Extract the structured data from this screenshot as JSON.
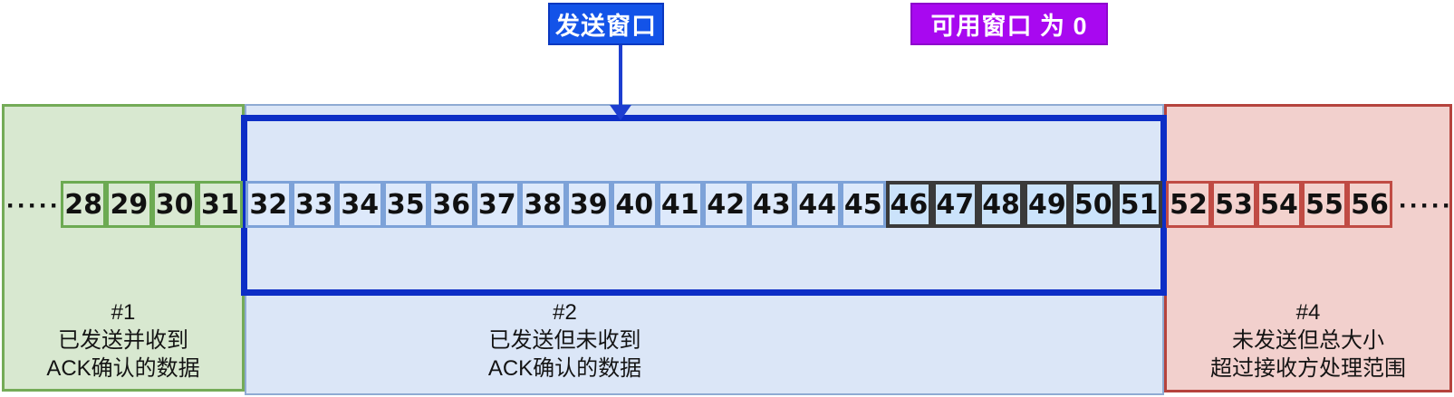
{
  "labels": {
    "send_window": "发送窗口",
    "available_window": "可用窗口 为 0"
  },
  "sequence": {
    "left_ellipsis": "·····",
    "right_ellipsis": "·····",
    "groups": [
      {
        "name": "acked",
        "cells": [
          28,
          29,
          30,
          31
        ]
      },
      {
        "name": "sent_unacked",
        "cells": [
          32,
          33,
          34,
          35,
          36,
          37,
          38,
          39,
          40,
          41,
          42,
          43,
          44,
          45
        ]
      },
      {
        "name": "just_sent",
        "cells": [
          46,
          47,
          48,
          49,
          50,
          51
        ]
      },
      {
        "name": "beyond_window",
        "cells": [
          52,
          53,
          54,
          55,
          56
        ]
      }
    ]
  },
  "regions": {
    "acked": {
      "caption": "#1\n已发送并收到\nACK确认的数据"
    },
    "sent": {
      "caption": "#2\n已发送但未收到\nACK确认的数据"
    },
    "beyond": {
      "caption": "#4\n未发送但总大小\n超过接收方处理范围"
    }
  },
  "colors": {
    "green-fill": "#d8e8d0",
    "green-border": "#74ab57",
    "green-cell-fill": "#d9e9d2",
    "green-cell-border": "#6caa52",
    "blue-fill": "#dbe6f7",
    "blue-border": "#8fabd3",
    "blue-cell-fill": "#dde9fb",
    "blue-cell-border": "#7da2d8",
    "dark-cell-fill": "#cbe3fb",
    "dark-cell-border": "#3a3a3a",
    "red-fill": "#f2d0cd",
    "red-border": "#b5433d",
    "red-cell-fill": "#f3d2ce",
    "red-cell-border": "#c04b44",
    "window-border": "#0d2ec6",
    "send-label-bg": "#1353e8",
    "send-label-border": "#0a38c0",
    "avail-label-bg": "#a808f0",
    "avail-label-border": "#8e07cc",
    "arrow-color": "#1d3ed0"
  }
}
